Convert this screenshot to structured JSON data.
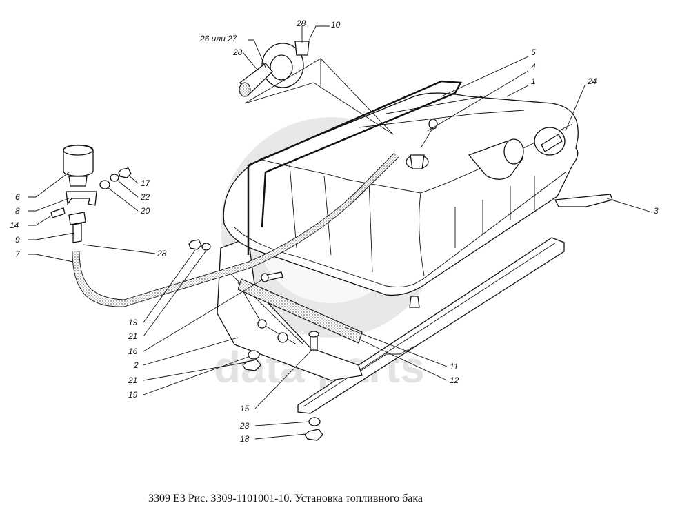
{
  "caption": "3309 Е3 Рис. 3309-1101001-10. Установка топливного бака",
  "watermark": "data parts",
  "callouts": {
    "c26": "26 или 27",
    "c28a": "28",
    "c10": "10",
    "c28b": "28",
    "c5": "5",
    "c4": "4",
    "c1": "1",
    "c24": "24",
    "c3": "3",
    "c6": "6",
    "c17": "17",
    "c22": "22",
    "c20": "20",
    "c8": "8",
    "c14": "14",
    "c9": "9",
    "c7": "7",
    "c28c": "28",
    "c19a": "19",
    "c21a": "21",
    "c16": "16",
    "c2": "2",
    "c21b": "21",
    "c19b": "19",
    "c15": "15",
    "c11": "11",
    "c12": "12",
    "c23": "23",
    "c18": "18"
  },
  "colors": {
    "ink": "#111111",
    "paper": "#ffffff",
    "watermark": "#d0d0d0"
  }
}
